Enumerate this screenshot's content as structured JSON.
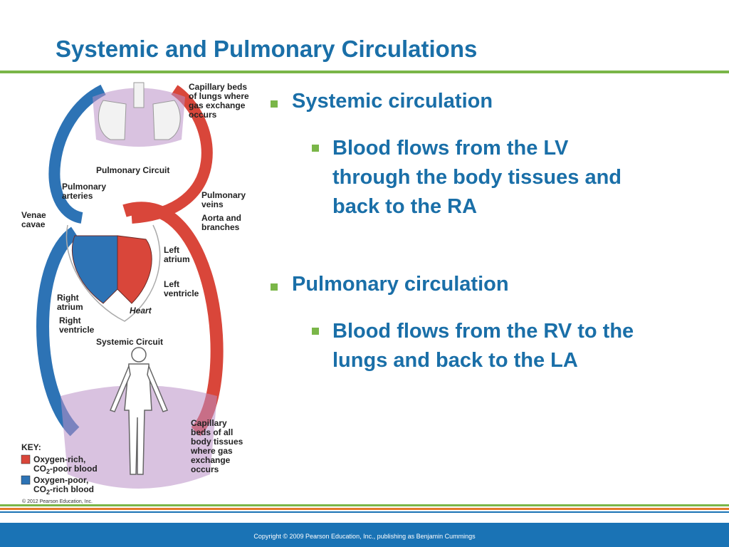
{
  "slide": {
    "title": "Systemic and Pulmonary Circulations",
    "bullets": [
      {
        "text": "Systemic circulation",
        "sub": [
          "Blood flows from the LV",
          "through the body tissues and",
          "back to the RA"
        ]
      },
      {
        "text": "Pulmonary circulation",
        "sub": [
          "Blood flows from the RV to the",
          "lungs and back to the LA"
        ]
      }
    ],
    "footer": "Copyright © 2009 Pearson Education, Inc., publishing as Benjamin Cummings"
  },
  "diagram": {
    "labels": {
      "capillary_lungs": [
        "Capillary beds",
        "of lungs where",
        "gas exchange",
        "occurs"
      ],
      "pulmonary_circuit": "Pulmonary Circuit",
      "pulmonary_arteries": [
        "Pulmonary",
        "arteries"
      ],
      "pulmonary_veins": [
        "Pulmonary",
        "veins"
      ],
      "aorta": [
        "Aorta and",
        "branches"
      ],
      "venae_cavae": [
        "Venae",
        "cavae"
      ],
      "left_atrium": [
        "Left",
        "atrium"
      ],
      "left_ventricle": [
        "Left",
        "ventricle"
      ],
      "right_atrium": [
        "Right",
        "atrium"
      ],
      "right_ventricle": [
        "Right",
        "ventricle"
      ],
      "heart": "Heart",
      "systemic_circuit": "Systemic Circuit",
      "capillary_body": [
        "Capillary",
        "beds of all",
        "body tissues",
        "where gas",
        "exchange",
        "occurs"
      ]
    },
    "key": {
      "title": "KEY:",
      "oxygen_rich": [
        "Oxygen-rich,",
        "CO",
        "2",
        "-poor blood"
      ],
      "oxygen_poor": [
        "Oxygen-poor,",
        "CO",
        "2",
        "-rich blood"
      ],
      "color_rich": "#d9463a",
      "color_poor": "#2d73b5"
    },
    "credit": "© 2012 Pearson Education, Inc."
  },
  "colors": {
    "title": "#1a6fa8",
    "accent_green": "#7ab648",
    "accent_orange": "#e57b2a",
    "footer_bg": "#1a73b5"
  }
}
